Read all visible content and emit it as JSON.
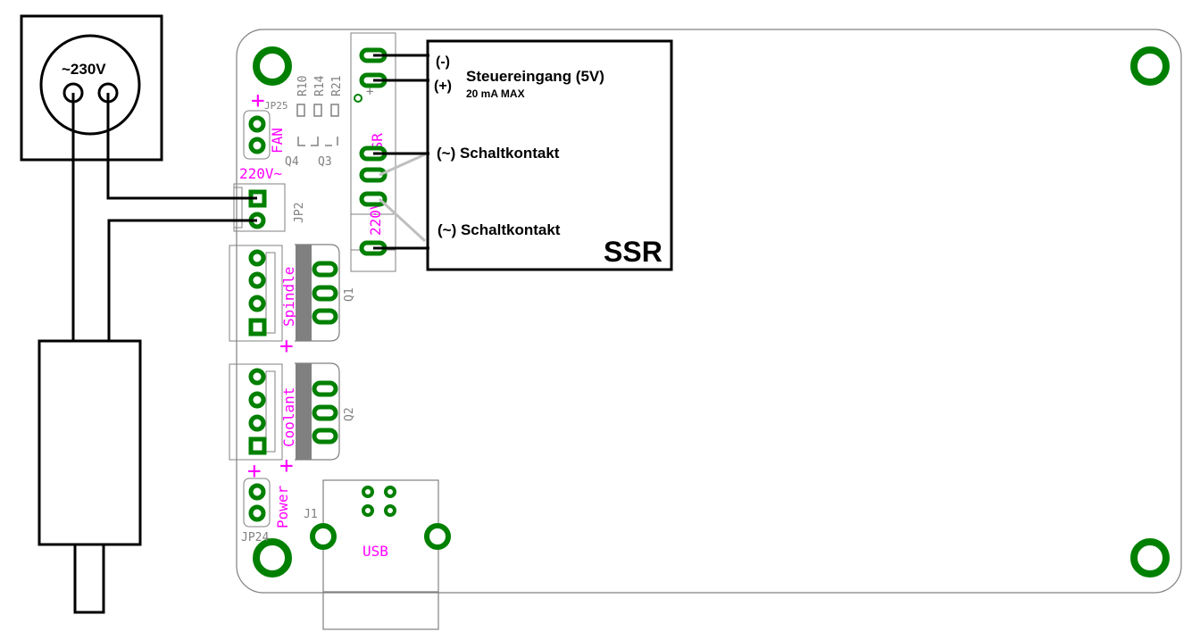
{
  "outlet": {
    "label": "~230V"
  },
  "ssr": {
    "title": "SSR",
    "input_minus": "(-)",
    "input_plus": "(+)",
    "input_label": "Steuereingang (5V)",
    "input_note": "20 mA MAX",
    "contact_1": "(~) Schaltkontakt",
    "contact_2": "(~) Schaltkontakt"
  },
  "pcb": {
    "fan_plus": "+",
    "jp25": "JP25",
    "fan": "FAN",
    "r10": "R10",
    "r14": "R14",
    "r21": "R21",
    "q4": "Q4",
    "q3": "Q3",
    "v220": "220V~",
    "jp2": "JP2",
    "ssr_silk": "SSR",
    "ssr_plus": "+",
    "v220_ssr": "220V~",
    "spindle": "Spindle",
    "spindle_plus": "+",
    "q1": "Q1",
    "coolant": "Coolant",
    "coolant_plus": "+",
    "q2": "Q2",
    "power_plus": "+",
    "power": "Power",
    "jp24": "JP24",
    "j1": "J1",
    "usb": "USB"
  },
  "colors": {
    "pad": "#008000",
    "silk_pink": "#ff00ff",
    "silk_gray": "#808080",
    "wire": "#000000"
  }
}
